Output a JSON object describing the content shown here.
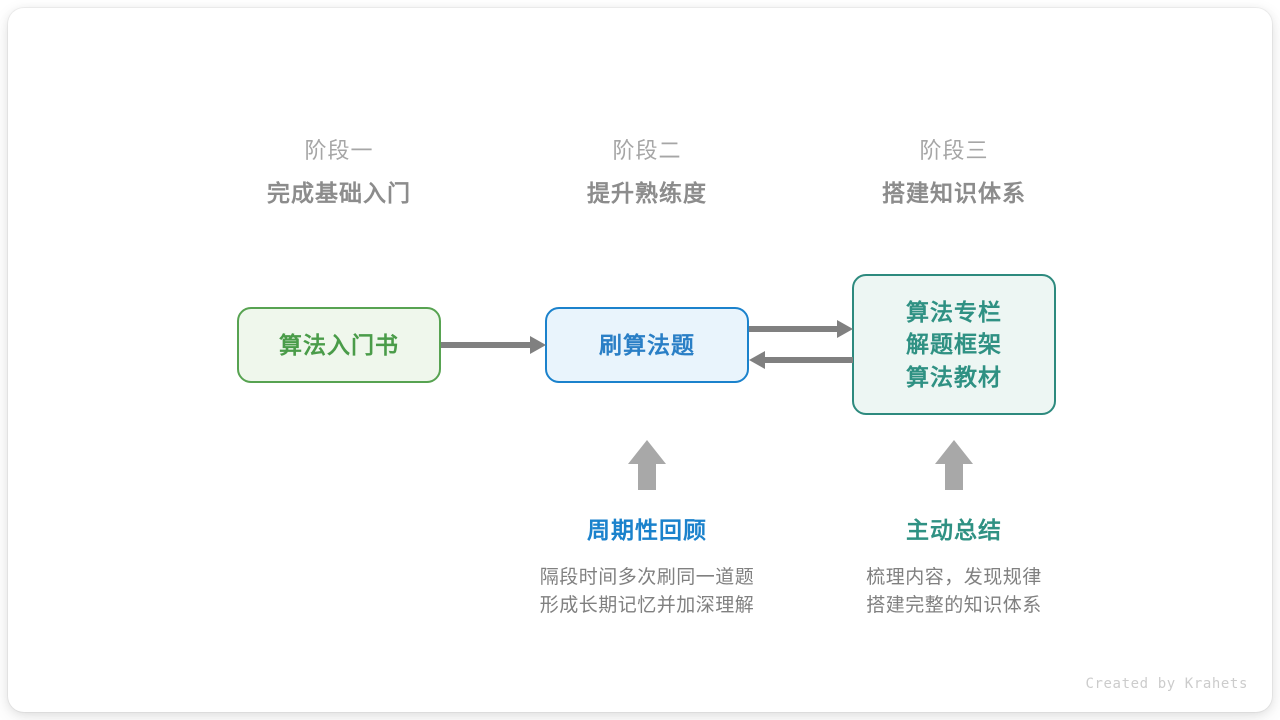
{
  "stages": [
    {
      "sub": "阶段一",
      "title": "完成基础入门"
    },
    {
      "sub": "阶段二",
      "title": "提升熟练度"
    },
    {
      "sub": "阶段三",
      "title": "搭建知识体系"
    }
  ],
  "nodes": {
    "book": {
      "lines": [
        "算法入门书"
      ]
    },
    "practice": {
      "lines": [
        "刷算法题"
      ]
    },
    "system": {
      "lines": [
        "算法专栏",
        "解题框架",
        "算法教材"
      ]
    }
  },
  "notes": [
    {
      "title": "周期性回顾",
      "body_lines": [
        "隔段时间多次刷同一道题",
        "形成长期记忆并加深理解"
      ]
    },
    {
      "title": "主动总结",
      "body_lines": [
        "梳理内容，发现规律",
        "搭建完整的知识体系"
      ]
    }
  ],
  "credit": "Created by Krahets",
  "colors": {
    "green": "#4a9c49",
    "green_border": "#57a351",
    "green_fill": "#eff7ec",
    "blue": "#2a7fc6",
    "blue_border": "#1b82cc",
    "blue_fill": "#e9f4fc",
    "teal": "#2f9183",
    "teal_border": "#2d8a7e",
    "teal_fill": "#edf6f3",
    "arrow_gray": "#808080",
    "block_arrow_gray": "#a8a8a8",
    "stage_sub_gray": "#a6a6a6",
    "stage_title_gray": "#8c8c8c",
    "credit_gray": "#cccccc"
  }
}
